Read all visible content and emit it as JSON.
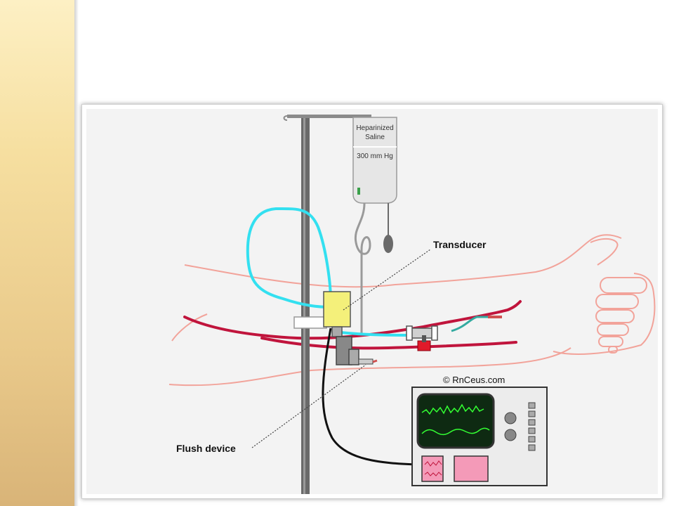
{
  "diagram": {
    "bag_label_line1": "Heparinized",
    "bag_label_line2": "Saline",
    "bag_pressure": "300 mm Hg",
    "transducer_label": "Transducer",
    "flush_device_label": "Flush device",
    "copyright": "© RnCeus.com"
  },
  "colors": {
    "sidebar": "#f3d99a",
    "background": "#f3f3f3",
    "skin_outline": "#f2a39a",
    "artery": "#c0143c",
    "saline_tubing": "#33e0f0",
    "transducer": "#f4f07a",
    "monitor_screen": "#0e2a12",
    "waveform": "#33ff33",
    "paper": "#f49ab8"
  }
}
